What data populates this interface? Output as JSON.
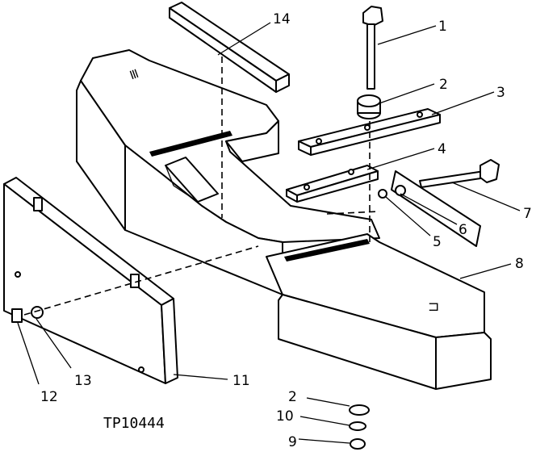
{
  "figure_id": "TP10444",
  "callouts": [
    {
      "id": "c1",
      "text": "1"
    },
    {
      "id": "c2a",
      "text": "2"
    },
    {
      "id": "c3",
      "text": "3"
    },
    {
      "id": "c4",
      "text": "4"
    },
    {
      "id": "c5",
      "text": "5"
    },
    {
      "id": "c6",
      "text": "6"
    },
    {
      "id": "c7",
      "text": "7"
    },
    {
      "id": "c8",
      "text": "8"
    },
    {
      "id": "c2b",
      "text": "2"
    },
    {
      "id": "c10",
      "text": "10"
    },
    {
      "id": "c9",
      "text": "9"
    },
    {
      "id": "c11",
      "text": "11"
    },
    {
      "id": "c12",
      "text": "12"
    },
    {
      "id": "c13",
      "text": "13"
    },
    {
      "id": "c14",
      "text": "14"
    }
  ]
}
